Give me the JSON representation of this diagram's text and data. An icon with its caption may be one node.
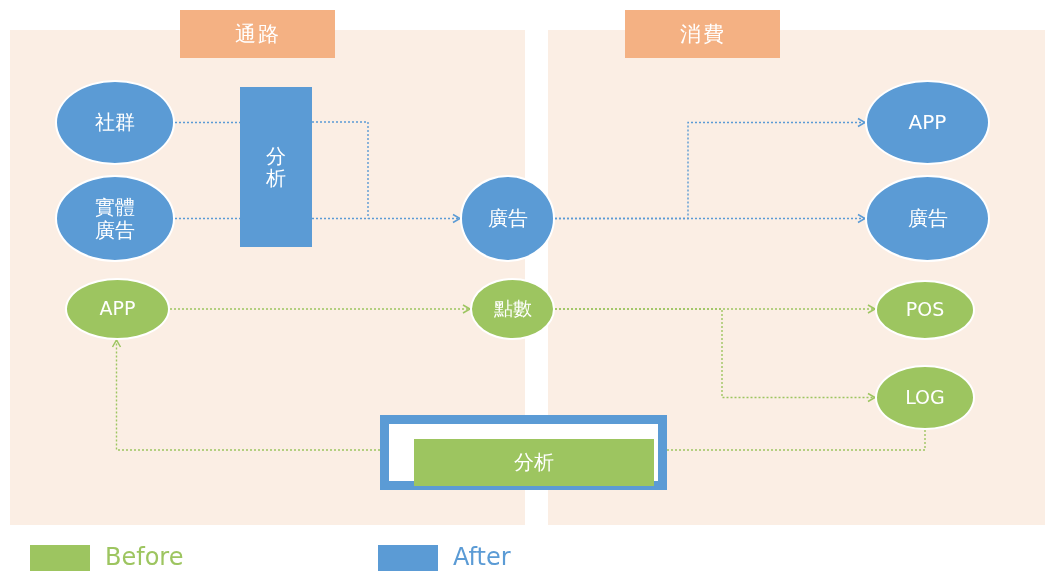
{
  "diagram": {
    "nodes": [
      {
        "text": [
          "通路"
        ]
      },
      {
        "text": [
          "消費"
        ]
      },
      {
        "text": [
          "社群"
        ],
        "in": 0
      },
      {
        "text": [
          "實體廣告"
        ],
        "in": 0
      },
      {
        "text": [
          "分析"
        ],
        "in": 0
      },
      {
        "text": [
          "廣告"
        ]
      },
      {
        "text": [
          "APP"
        ],
        "in": 1
      },
      {
        "text": [
          "廣告"
        ],
        "in": 1
      },
      {
        "text": [
          "APP"
        ],
        "in": 0
      },
      {
        "text": [
          "點數"
        ]
      },
      {
        "text": [
          "POS"
        ],
        "in": 1
      },
      {
        "text": [
          "LOG"
        ],
        "in": 1
      },
      {
        "text": [],
        "shape": "box"
      },
      {
        "text": [
          "分析"
        ],
        "in": 12
      }
    ],
    "edges": [
      {
        "from": 2,
        "to": 4,
        "arrow": "none",
        "color": "#5b9bd5"
      },
      {
        "from": 3,
        "to": 4,
        "arrow": "none",
        "color": "#5b9bd5"
      },
      {
        "from": 4,
        "to": 5,
        "arrow": "to",
        "color": "#5b9bd5"
      },
      {
        "from": 5,
        "to": 6,
        "arrow": "to",
        "color": "#5b9bd5"
      },
      {
        "from": 5,
        "to": 7,
        "arrow": "to",
        "color": "#5b9bd5"
      },
      {
        "from": 8,
        "to": 9,
        "arrow": "to",
        "color": "#9dc560"
      },
      {
        "from": 9,
        "to": 10,
        "arrow": "to",
        "color": "#9dc560"
      },
      {
        "from": 9,
        "to": 11,
        "arrow": "to",
        "color": "#9dc560"
      },
      {
        "from": 11,
        "to": 12,
        "arrow": "none",
        "color": "#9dc560"
      },
      {
        "from": 12,
        "to": 8,
        "arrow": "to",
        "color": "#9dc560"
      }
    ],
    "legend": [
      {
        "text": "Before",
        "color": "#9dc560"
      },
      {
        "text": "After",
        "color": "#5b9bd5"
      }
    ]
  }
}
